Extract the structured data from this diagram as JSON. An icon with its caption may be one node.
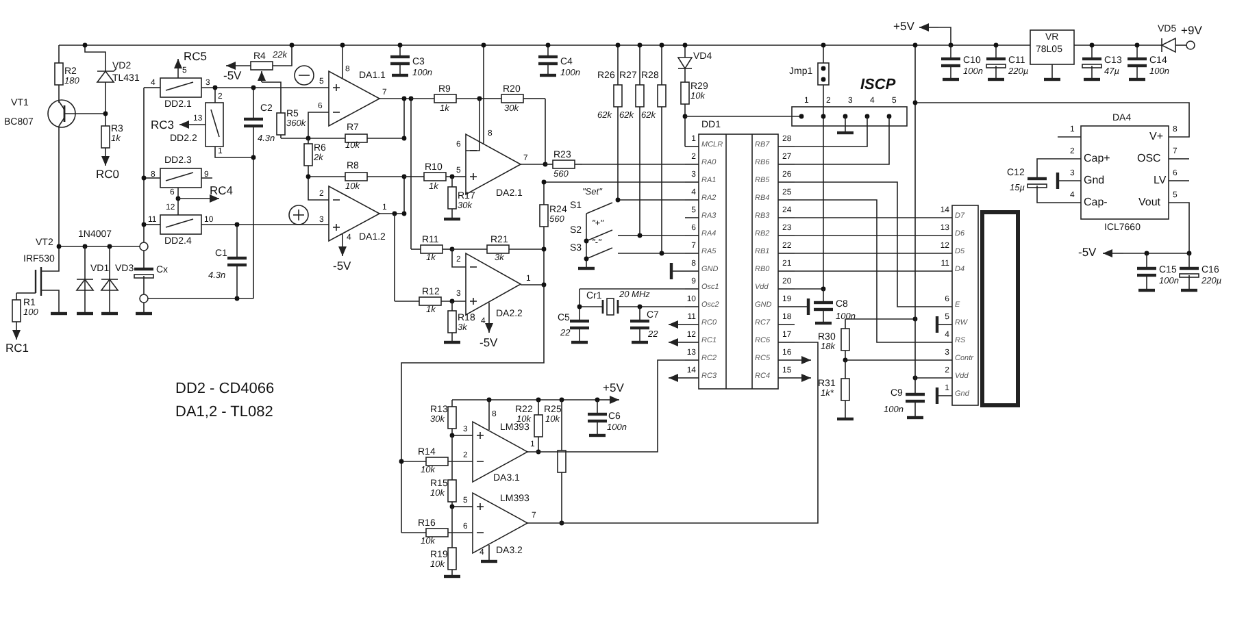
{
  "diagram": {
    "labels": [
      "R2",
      "180",
      "VD2",
      "TL431",
      "VT1",
      "BC807",
      "R3",
      "1k",
      "RC0",
      "RC5",
      "-5V",
      "R4",
      "22k",
      "5",
      "4",
      "3",
      "DD2.1",
      "2",
      "RC3",
      "13",
      "C2",
      "R5",
      "360k",
      "DD2.2",
      "1",
      "4.3n",
      "DD2.3",
      "8",
      "9",
      "6",
      "RC4",
      "12",
      "11",
      "10",
      "DD2.4",
      "1N4007",
      "VT2",
      "IRF530",
      "VD1",
      "VD3",
      "Cx",
      "C1",
      "4.3n",
      "R1",
      "100",
      "RC1",
      "8",
      "DA1.1",
      "5",
      "7",
      "6",
      "R7",
      "R6",
      "10k",
      "2k",
      "R8",
      "10k",
      "2",
      "1",
      "3",
      "4",
      "DA1.2",
      "-5V",
      "C3",
      "100n",
      "R9",
      "1k",
      "R20",
      "30k",
      "C4",
      "100n",
      "8",
      "6",
      "7",
      "R23",
      "560",
      "R10",
      "1k",
      "5",
      "DA2.1",
      "R17",
      "30k",
      "R24",
      "560",
      "R11",
      "R21",
      "1k",
      "2",
      "3k",
      "1",
      "R12",
      "1k",
      "3",
      "DA2.2",
      "R18",
      "3k",
      "4",
      "-5V",
      "R26",
      "R27",
      "R28",
      "VD4",
      "R29",
      "10k",
      "62k",
      "62k",
      "62k",
      "DD1",
      "S1",
      "\"Set\"",
      "S2",
      "\"+\"",
      "S3",
      "\"-\"",
      "1",
      "MCLR",
      "RB7",
      "28",
      "2",
      "RA0",
      "RB6",
      "27",
      "3",
      "RA1",
      "RB5",
      "26",
      "4",
      "RA2",
      "RB4",
      "25",
      "5",
      "RA3",
      "RB3",
      "24",
      "6",
      "RA4",
      "RB2",
      "23",
      "7",
      "RA5",
      "RB1",
      "22",
      "8",
      "GND",
      "RB0",
      "21",
      "9",
      "Osc1",
      "Vdd",
      "20",
      "10",
      "Osc2",
      "GND",
      "19",
      "11",
      "RC0",
      "RC7",
      "18",
      "12",
      "RC1",
      "RC6",
      "17",
      "13",
      "RC2",
      "RC5",
      "16",
      "14",
      "RC3",
      "RC4",
      "15",
      "Cr1",
      "20 MHz",
      "C5",
      "22",
      "C7",
      "22",
      "C8",
      "100n",
      "Jmp1",
      "ISCP",
      "1",
      "2",
      "3",
      "4",
      "5",
      "+5V",
      "C10",
      "100n",
      "C11",
      "220µ",
      "VR",
      "78L05",
      "C13",
      "47µ",
      "C14",
      "100n",
      "VD5",
      "+9V",
      "DA4",
      "1",
      "V+",
      "8",
      "2",
      "Cap+",
      "OSC",
      "7",
      "C12",
      "3",
      "Gnd",
      "LV",
      "6",
      "15µ",
      "4",
      "Cap-",
      "Vout",
      "5",
      "ICL7660",
      "-5V",
      "C15",
      "100n",
      "C16",
      "220µ",
      "14",
      "D7",
      "13",
      "D6",
      "12",
      "D5",
      "11",
      "D4",
      "6",
      "E",
      "5",
      "RW",
      "4",
      "RS",
      "3",
      "Contr",
      "2",
      "Vdd",
      "1",
      "Gnd",
      "R30",
      "18k",
      "R31",
      "1k*",
      "C9",
      "100n",
      "DD2 - CD4066",
      "DA1,2 - TL082",
      "R13",
      "30k",
      "8",
      "3",
      "LM393",
      "R22",
      "10k",
      "R25",
      "10k",
      "+5V",
      "C6",
      "100n",
      "1",
      "R14",
      "2",
      "10k",
      "DA3.1",
      "R15",
      "10k",
      "5",
      "LM393",
      "7",
      "R16",
      "6",
      "10k",
      "4",
      "DA3.2",
      "R19",
      "10k"
    ]
  }
}
